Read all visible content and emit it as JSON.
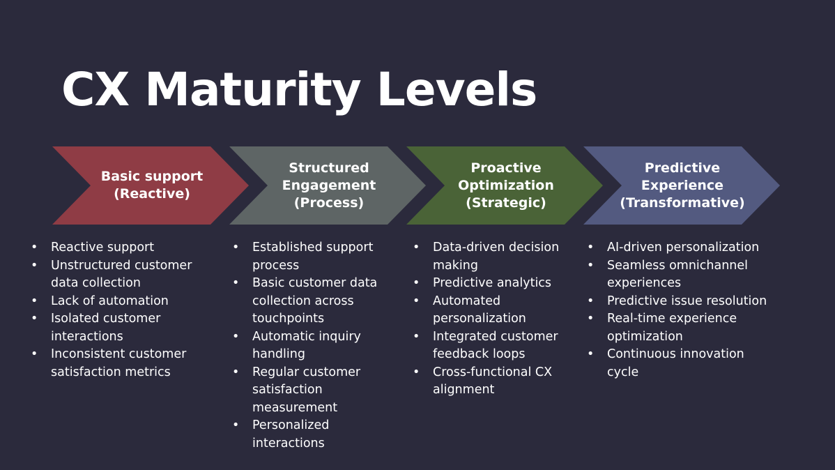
{
  "title": "CX Maturity Levels",
  "colors": {
    "background": "#2b2a3c",
    "stage1": "#8f3c45",
    "stage2": "#5e6565",
    "stage3": "#4a6337",
    "stage4": "#535a80"
  },
  "stages": [
    {
      "lines": [
        "Basic support",
        "(Reactive)"
      ],
      "bullets": [
        "Reactive support",
        "Unstructured customer data collection",
        "Lack of automation",
        "Isolated customer interactions",
        "Inconsistent customer satisfaction metrics"
      ]
    },
    {
      "lines": [
        "Structured",
        "Engagement",
        "(Process)"
      ],
      "bullets": [
        "Established support process",
        "Basic customer data collection across touchpoints",
        "Automatic inquiry handling",
        "Regular customer satisfaction measurement",
        "Personalized interactions"
      ]
    },
    {
      "lines": [
        "Proactive",
        "Optimization",
        "(Strategic)"
      ],
      "bullets": [
        "Data-driven decision making",
        "Predictive analytics",
        "Automated personalization",
        "Integrated customer feedback loops",
        "Cross-functional CX alignment"
      ]
    },
    {
      "lines": [
        "Predictive",
        "Experience",
        "(Transformative)"
      ],
      "bullets": [
        "AI-driven personalization",
        "Seamless omnichannel experiences",
        "Predictive issue resolution",
        "Real-time experience optimization",
        "Continuous innovation cycle"
      ]
    }
  ]
}
